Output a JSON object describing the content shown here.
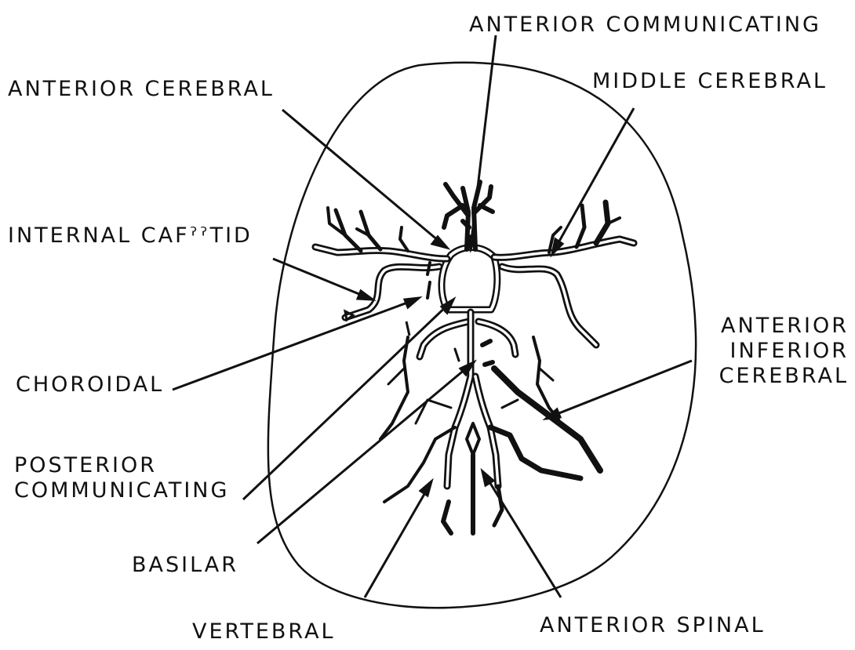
{
  "diagram": {
    "labels": {
      "anterior_communicating": "ANTERIOR COMMUNICATING",
      "anterior_cerebral": "ANTERIOR CEREBRAL",
      "middle_cerebral": "MIDDLE CEREBRAL",
      "internal_carotid": "INTERNAL CAFˀˀTID",
      "anterior_inferior_cerebral": [
        "ANTERIOR",
        "INFERIOR",
        "CEREBRAL"
      ],
      "choroidal": "CHOROIDAL",
      "posterior_communicating": [
        "POSTERIOR",
        "COMMUNICATING"
      ],
      "basilar": "BASILAR",
      "vertebral": "VERTEBRAL",
      "anterior_spinal": "ANTERIOR SPINAL"
    },
    "colors": {
      "ink": "#111111",
      "background": "#ffffff"
    }
  }
}
